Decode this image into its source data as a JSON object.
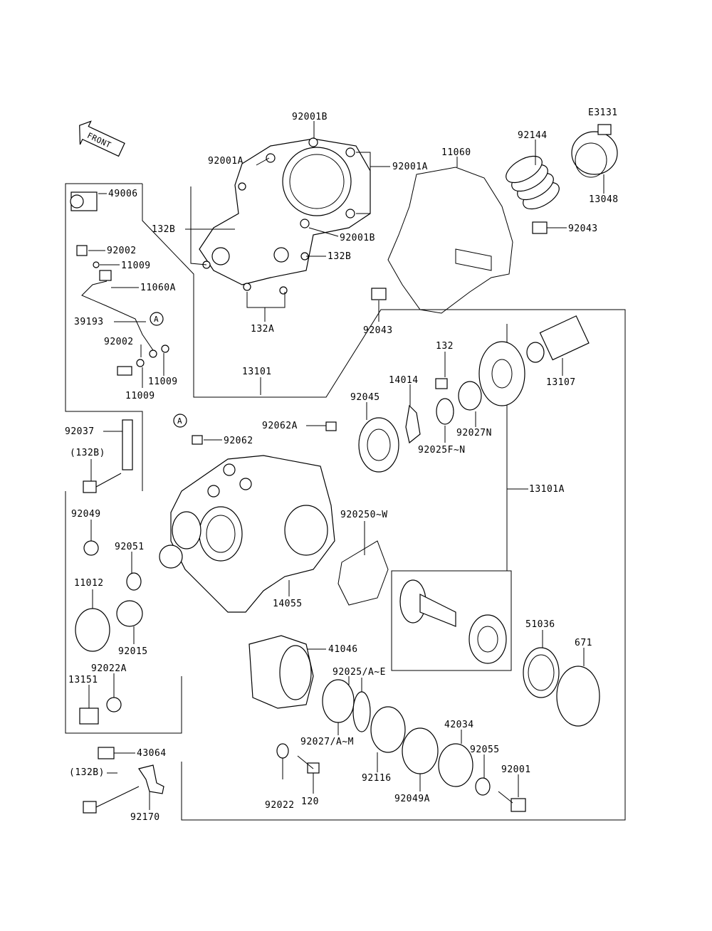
{
  "diagram_code": "E3131",
  "front_label": "FRONT",
  "labels": {
    "p49006": "49006",
    "p92002a": "92002",
    "p11009a": "11009",
    "p11060A": "11060A",
    "p39193": "39193",
    "pcircA1": "A",
    "p92002b": "92002",
    "p11009b": "11009",
    "p11009c": "11009",
    "p92001A_l": "92001A",
    "p92001B_t": "92001B",
    "p92001A_r": "92001A",
    "p132B_l": "132B",
    "p92001B_b": "92001B",
    "p132B_r": "132B",
    "p132A": "132A",
    "p11060": "11060",
    "p92144": "92144",
    "p13048": "13048",
    "p92043_r": "92043",
    "p92043_b": "92043",
    "p13101": "13101",
    "p132": "132",
    "p14014": "14014",
    "p92045": "92045",
    "p13107": "13107",
    "p92027N": "92027N",
    "p92025FN": "92025F~N",
    "p92062A": "92062A",
    "pcircA2": "A",
    "p92062": "92062",
    "p92037": "92037",
    "p132B_p1": "(132B)",
    "p13101A": "13101A",
    "p92049": "92049",
    "p92051": "92051",
    "p92025W": "920250~W",
    "p11012": "11012",
    "p14055": "14055",
    "p92015": "92015",
    "p51036": "51036",
    "p671": "671",
    "p41046": "41046",
    "p92022A": "92022A",
    "p13151": "13151",
    "p92025AE": "92025/A~E",
    "p92027AM": "92027/A~M",
    "p42034": "42034",
    "p92055": "92055",
    "p43064": "43064",
    "p132B_p2": "(132B)",
    "p92116": "92116",
    "p92001": "92001",
    "p92022": "92022",
    "p120": "120",
    "p92049A": "92049A",
    "p92170": "92170"
  }
}
